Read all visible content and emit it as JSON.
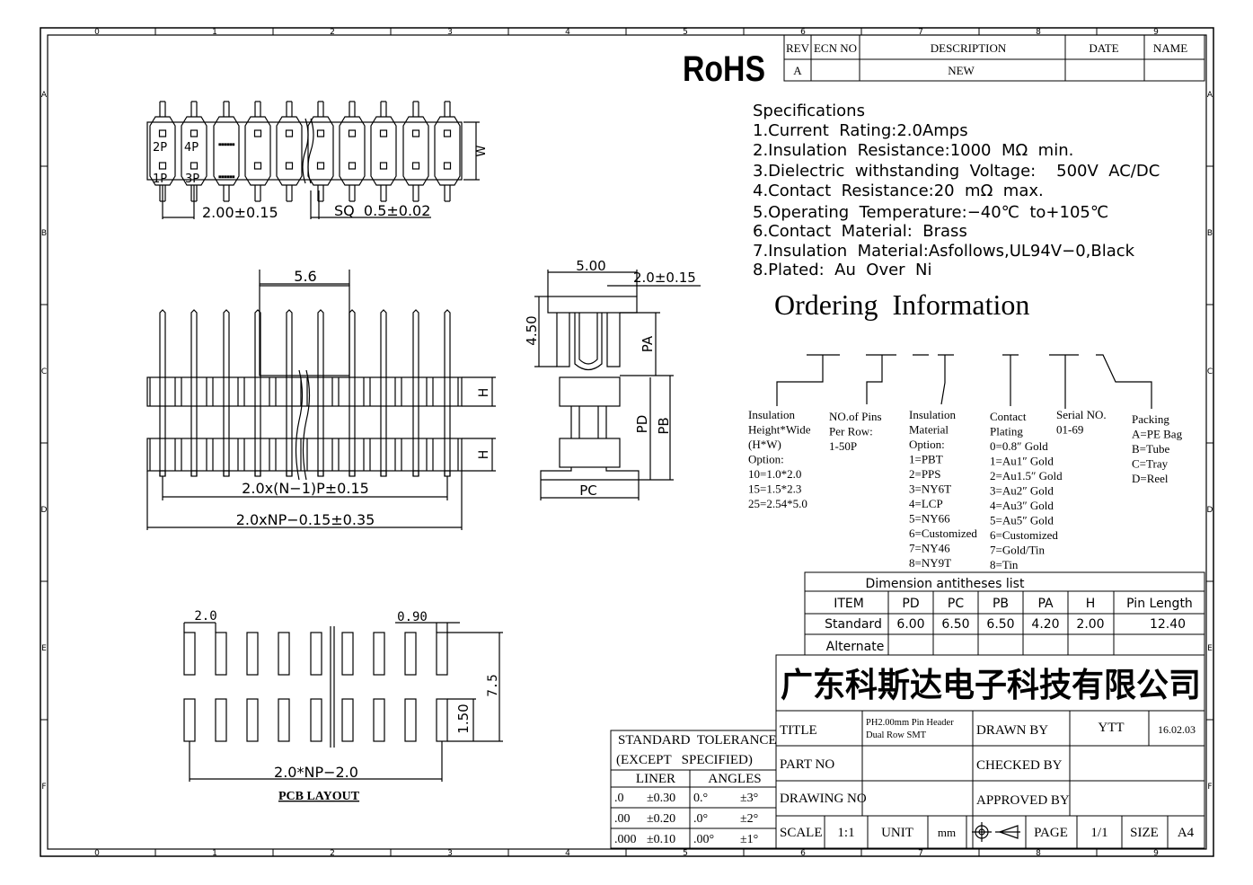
{
  "frame": {
    "col_labels": [
      "0",
      "1",
      "2",
      "3",
      "4",
      "5",
      "6",
      "7",
      "8",
      "9"
    ],
    "row_labels": [
      "A",
      "B",
      "C",
      "D",
      "E",
      "F"
    ]
  },
  "rohs": "RoHS",
  "revision_table": {
    "headers": [
      "REV",
      "ECN NO",
      "DESCRIPTION",
      "DATE",
      "NAME"
    ],
    "row": [
      "A",
      "",
      "NEW",
      "",
      ""
    ]
  },
  "specifications": {
    "heading": "Specifications",
    "items": [
      "1.Current  Rating:2.0Amps",
      "2.Insulation  Resistance:1000  MΩ  min.",
      "3.Dielectric  withstanding  Voltage:    500V  AC/DC",
      "4.Contact  Resistance:20  mΩ  max.",
      "5.Operating  Temperature:−40℃  to+105℃",
      "6.Contact  Material:  Brass",
      "7.Insulation  Material:Asfollows,UL94V−0,Black",
      "8.Plated:  Au  Over  Ni"
    ]
  },
  "ordering": {
    "heading": "Ordering  Information",
    "groups": [
      {
        "lines": [
          "Insulation",
          "Height*Wide",
          "(H*W)",
          "Option:",
          "10=1.0*2.0",
          "15=1.5*2.3",
          "25=2.54*5.0"
        ]
      },
      {
        "lines": [
          "NO.of Pins",
          "Per Row:",
          "1-50P"
        ]
      },
      {
        "lines": [
          "Insulation",
          "Material",
          "Option:",
          "1=PBT",
          "2=PPS",
          "3=NY6T",
          "4=LCP",
          "5=NY66",
          "6=Customized",
          "7=NY46",
          "8=NY9T"
        ]
      },
      {
        "lines": [
          "Contact",
          "Plating",
          "0=0.8″ Gold",
          "1=Au1″ Gold",
          "2=Au1.5″ Gold",
          "3=Au2″ Gold",
          "4=Au3″ Gold",
          "5=Au5″ Gold",
          "6=Customized",
          "7=Gold/Tin",
          "8=Tin"
        ]
      },
      {
        "lines": [
          "Serial NO.",
          "01-69"
        ]
      },
      {
        "lines": [
          "Packing",
          "A=PE Bag",
          "B=Tube",
          "C=Tray",
          "D=Reel"
        ]
      }
    ]
  },
  "dimension_list": {
    "title": "Dimension antitheses list",
    "headers": [
      "ITEM",
      "PD",
      "PC",
      "PB",
      "PA",
      "H",
      "Pin Length"
    ],
    "rows": [
      [
        "Standard",
        "6.00",
        "6.50",
        "6.50",
        "4.20",
        "2.00",
        "12.40"
      ],
      [
        "Alternate",
        "",
        "",
        "",
        "",
        "",
        ""
      ]
    ]
  },
  "company": "广东科斯达电子科技有限公司",
  "title_block": {
    "title_label": "TITLE",
    "title_value_1": "PH2.00mm Pin Header",
    "title_value_2": "Dual Row SMT",
    "drawn_by_label": "DRAWN BY",
    "drawn_by": "YTT",
    "date": "16.02.03",
    "part_no_label": "PART NO",
    "checked_by_label": "CHECKED BY",
    "drawing_no_label": "DRAWING NO",
    "approved_by_label": "APPROVED BY",
    "scale_label": "SCALE",
    "scale": "1:1",
    "unit_label": "UNIT",
    "unit": "mm",
    "page_label": "PAGE",
    "page": "1/1",
    "size_label": "SIZE",
    "size": "A4"
  },
  "tolerance": {
    "title_1": "STANDARD  TOLERANCE",
    "title_2": "(EXCEPT   SPECIFIED)",
    "liner_label": "LINER",
    "angles_label": "ANGLES",
    "rows": [
      {
        "lin": ".0",
        "lin_tol": "±0.30",
        "ang": "0.°",
        "ang_tol": "±3°"
      },
      {
        "lin": ".00",
        "lin_tol": "±0.20",
        "ang": ".0°",
        "ang_tol": "±2°"
      },
      {
        "lin": ".000",
        "lin_tol": "±0.10",
        "ang": ".00°",
        "ang_tol": "±1°"
      }
    ]
  },
  "top_view": {
    "pin_label_2p": "2P",
    "pin_label_4p": "4P",
    "pin_label_1p": "1P",
    "pin_label_3p": "3P",
    "dim_pitch": "2.00±0.15",
    "dim_sq": "SQ  0.5±0.02",
    "dim_w": "W"
  },
  "front_view": {
    "dim_top": "5.6",
    "dim_h": "H",
    "dim_pitch_total": "2.0x(N−1)P±0.15",
    "dim_overall": "2.0xNP−0.15±0.35"
  },
  "side_view": {
    "dim_500": "5.00",
    "dim_20": "2.0±0.15",
    "dim_450": "4.50",
    "dim_pa": "PA",
    "dim_pd": "PD",
    "dim_pb": "PB",
    "dim_pc": "PC"
  },
  "pcb_layout": {
    "dim_20": "2.0",
    "dim_090": "0.90",
    "dim_75": "7.5",
    "dim_150": "1.50",
    "dim_total": "2.0*NP−2.0",
    "title": "PCB LAYOUT"
  }
}
